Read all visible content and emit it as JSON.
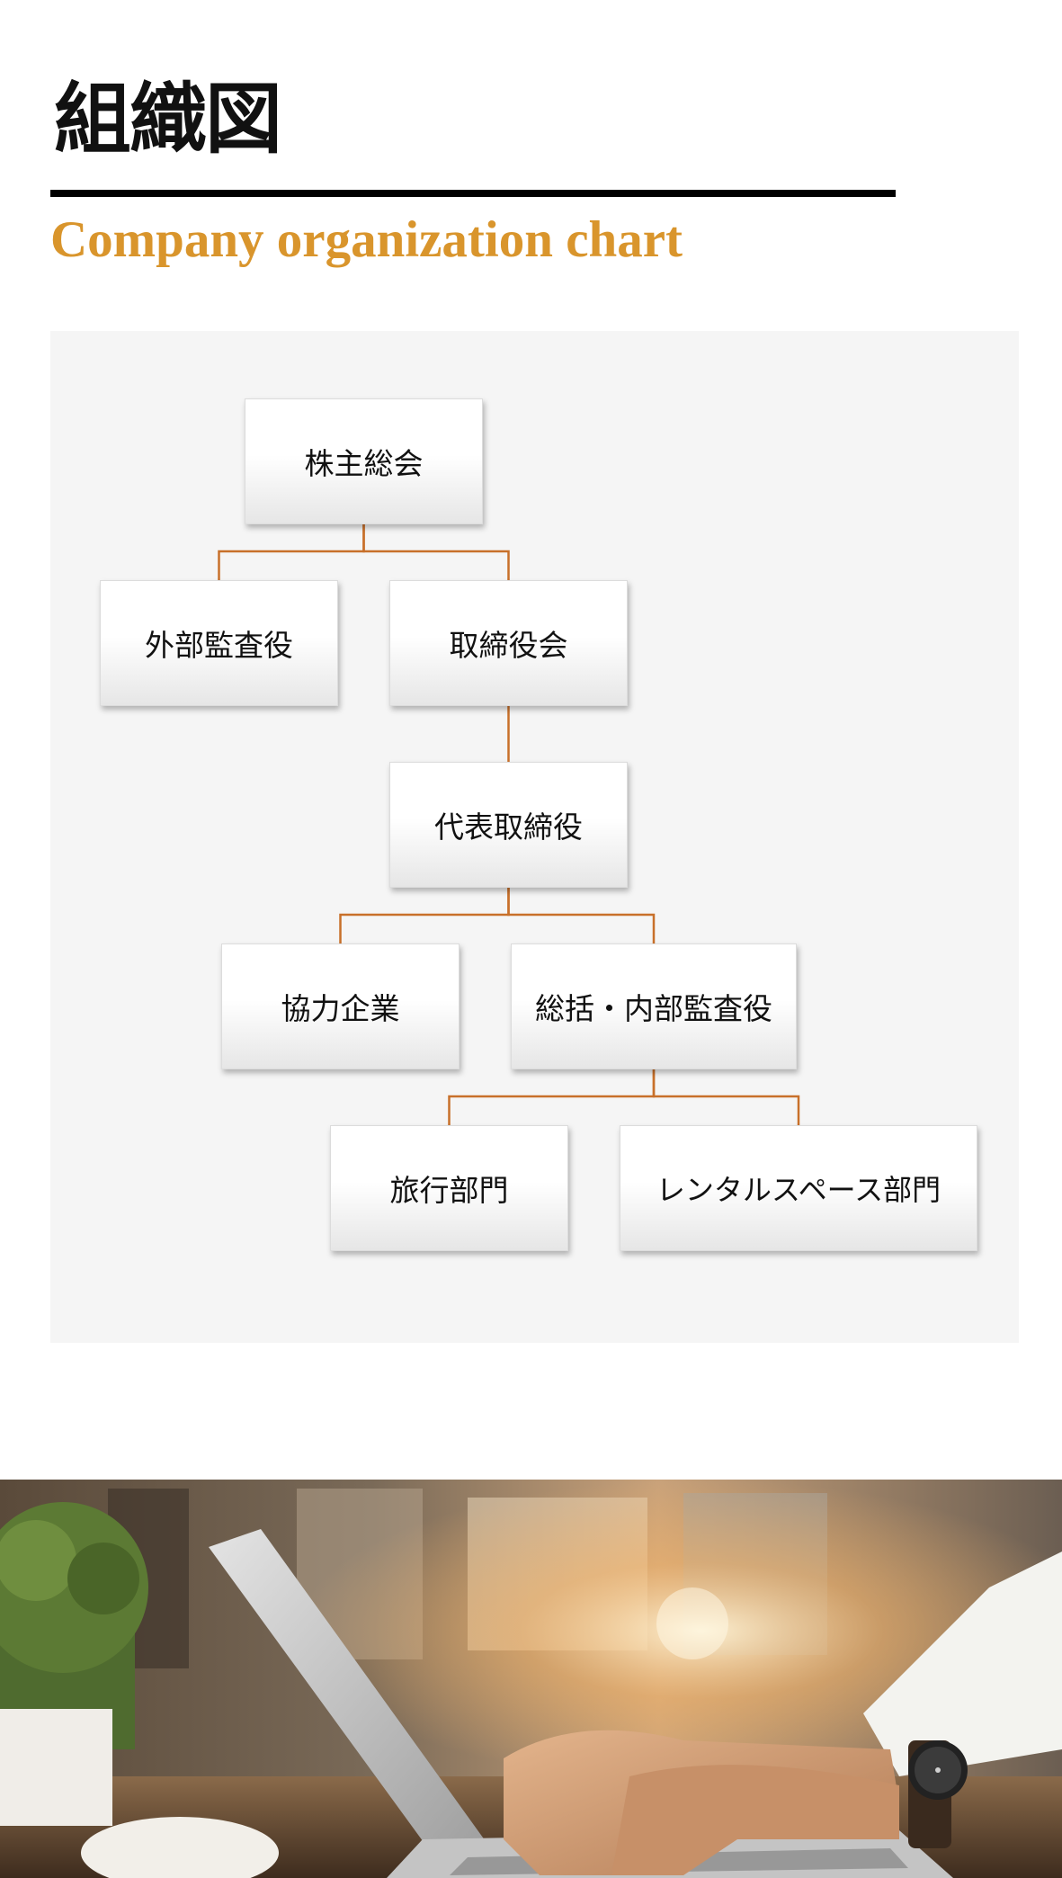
{
  "header": {
    "title": "組織図",
    "subtitle": "Company organization chart"
  },
  "org_chart": {
    "connector_color": "#c8702a",
    "accent_color": "#d9952c",
    "nodes": [
      {
        "id": "shareholders",
        "label": "株主総会"
      },
      {
        "id": "external_auditor",
        "label": "外部監査役"
      },
      {
        "id": "board",
        "label": "取締役会"
      },
      {
        "id": "representative_director",
        "label": "代表取締役"
      },
      {
        "id": "partner_companies",
        "label": "協力企業"
      },
      {
        "id": "general_internal_audit",
        "label": "総括・内部監査役"
      },
      {
        "id": "travel_division",
        "label": "旅行部門"
      },
      {
        "id": "rental_space_division",
        "label": "レンタルスペース部門"
      }
    ],
    "edges": [
      [
        "shareholders",
        "external_auditor"
      ],
      [
        "shareholders",
        "board"
      ],
      [
        "board",
        "representative_director"
      ],
      [
        "representative_director",
        "partner_companies"
      ],
      [
        "representative_director",
        "general_internal_audit"
      ],
      [
        "general_internal_audit",
        "travel_division"
      ],
      [
        "general_internal_audit",
        "rental_space_division"
      ]
    ]
  }
}
